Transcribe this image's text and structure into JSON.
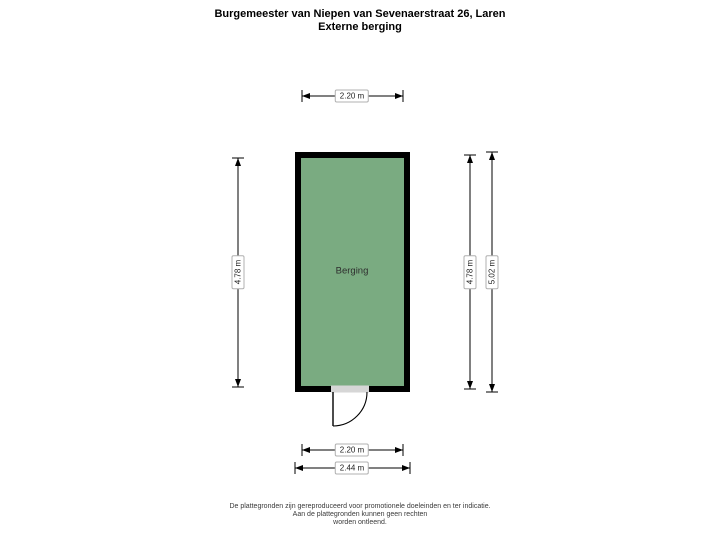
{
  "title": {
    "line1": "Burgemeester van Niepen van Sevenaerstraat 26, Laren",
    "line2": "Externe berging"
  },
  "room": {
    "label": "Berging"
  },
  "dimensions": {
    "top_width": "2.20 m",
    "left_height": "4.78 m",
    "right_inner_height": "4.78 m",
    "right_outer_height": "5.02 m",
    "bottom_inner_width": "2.20 m",
    "bottom_outer_width": "2.44 m"
  },
  "footer": {
    "line1": "De plattegronden zijn gereproduceerd voor promotionele doeleinden en ter indicatie.",
    "line2": "Aan de plattegronden kunnen geen rechten",
    "line3": "worden ontleend."
  },
  "colors": {
    "room_fill": "#7aab81",
    "wall": "#000000",
    "threshold": "#d6d6d6",
    "dimension_line": "#000000"
  }
}
